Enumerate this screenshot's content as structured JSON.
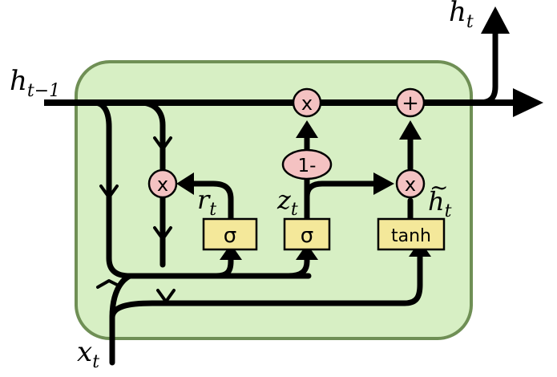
{
  "colors": {
    "cell_fill": "#d7efc4",
    "cell_stroke": "#6f8f55",
    "pointwise_fill": "#f4c2c2",
    "layer_fill": "#f4e89a",
    "wire": "#000000"
  },
  "labels": {
    "h_prev": {
      "base": "h",
      "sub": "t−1"
    },
    "h_out": {
      "base": "h",
      "sub": "t"
    },
    "x_in": {
      "base": "x",
      "sub": "t"
    },
    "r": {
      "base": "r",
      "sub": "t"
    },
    "z": {
      "base": "z",
      "sub": "t"
    },
    "h_tilde": {
      "base": "h",
      "accent": "~",
      "sub": "t"
    }
  },
  "ops": {
    "mult_reset": "x",
    "mult_top": "x",
    "add_top": "+",
    "one_minus": "1-",
    "mult_candidate": "x"
  },
  "layers": {
    "reset_gate": "σ",
    "update_gate": "σ",
    "candidate": "tanh"
  }
}
